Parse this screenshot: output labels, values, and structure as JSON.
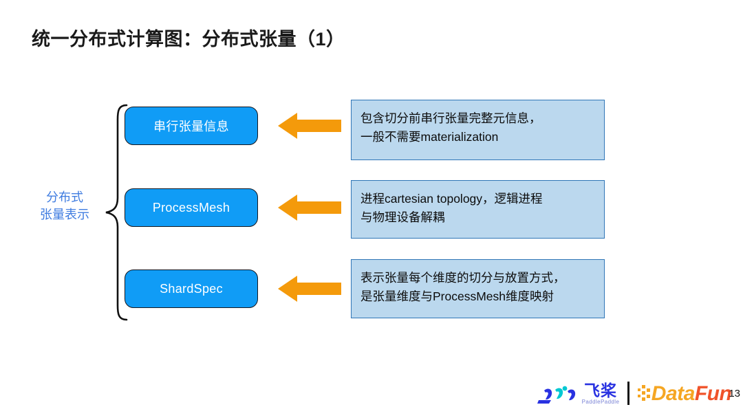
{
  "slide": {
    "title": "统一分布式计算图：分布式张量（1）",
    "group_label": {
      "line1": "分布式",
      "line2": "张量表示"
    },
    "accent_blue": "#109CF6",
    "panel_fill": "#BBD8EE",
    "panel_border": "#2E75B6",
    "arrow_color": "#F49A0B",
    "label_color": "#3f7ce0"
  },
  "rows": [
    {
      "pill_label": "串行张量信息",
      "pill_is_cn": true,
      "arrow_icon": "arrow-left-icon",
      "desc_line1": "包含切分前串行张量完整元信息，",
      "desc_line2": "一般不需要materialization"
    },
    {
      "pill_label": "ProcessMesh",
      "pill_is_cn": false,
      "arrow_icon": "arrow-left-icon",
      "desc_line1": "进程cartesian topology，逻辑进程",
      "desc_line2": "与物理设备解耦"
    },
    {
      "pill_label": "ShardSpec",
      "pill_is_cn": false,
      "arrow_icon": "arrow-left-icon",
      "desc_line1": "表示张量每个维度的切分与放置方式，",
      "desc_line2": "是张量维度与ProcessMesh维度映射"
    }
  ],
  "footer": {
    "paddle_cn": "飞桨",
    "paddle_en": "PaddlePaddle",
    "datafun_part1": "Data",
    "datafun_part2": "Fun",
    "page_number": "13"
  }
}
